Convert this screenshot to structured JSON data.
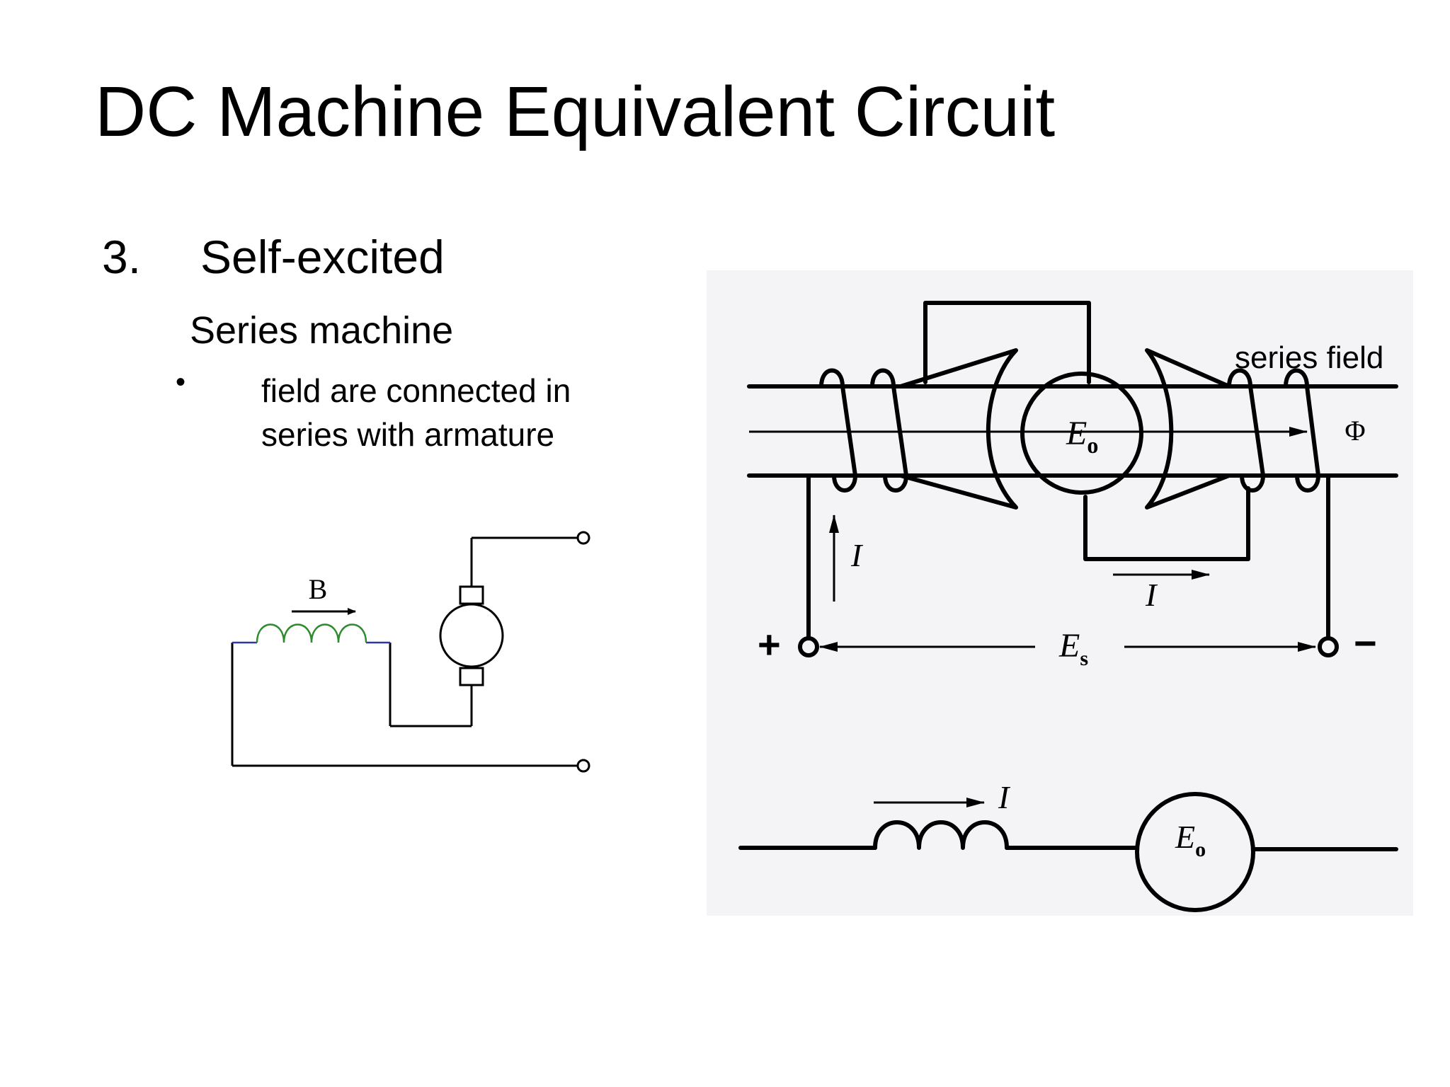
{
  "slide": {
    "title": "DC Machine Equivalent Circuit",
    "item_number": "3.",
    "item_label": "Self-excited",
    "subitem": "Series machine",
    "bullet_symbol": "•",
    "bullet_lines": [
      "field are connected in",
      "series with armature"
    ]
  },
  "left_diagram": {
    "field_label": "B",
    "coil_color": "#2e8b2e",
    "lead_color": "#2b3a9c"
  },
  "right_diagram": {
    "background": "#f4f4f6",
    "series_field_label": "series field",
    "armature_emf_label": "E",
    "armature_emf_subscript": "o",
    "flux_label": "Φ",
    "current_label": "I",
    "current_label_2": "I",
    "plus_sign": "+",
    "minus_sign": "−",
    "terminal_voltage_label": "E",
    "terminal_voltage_subscript": "s",
    "bottom_current_label": "I",
    "bottom_emf_label": "E",
    "bottom_emf_subscript": "o"
  }
}
